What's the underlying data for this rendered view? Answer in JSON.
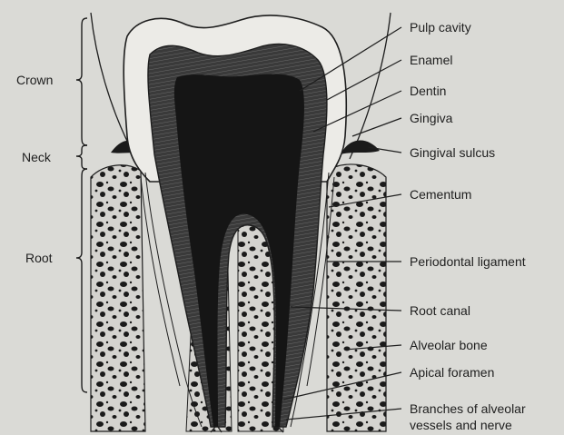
{
  "diagram": {
    "left_labels": {
      "crown": "Crown",
      "neck": "Neck",
      "root": "Root"
    },
    "right_labels": {
      "pulp_cavity": "Pulp cavity",
      "enamel": "Enamel",
      "dentin": "Dentin",
      "gingiva": "Gingiva",
      "gingival_sulcus": "Gingival sulcus",
      "cementum": "Cementum",
      "periodontal_ligament": "Periodontal ligament",
      "root_canal": "Root canal",
      "alveolar_bone": "Alveolar bone",
      "apical_foramen": "Apical foramen",
      "branches_line1": "Branches of alveolar",
      "branches_line2": "vessels and nerve"
    },
    "colors": {
      "background": "#dadad6",
      "ink": "#1e1e1e",
      "dentin_fill": "#3a3a3a",
      "pulp_fill": "#151515",
      "enamel_fill": "#ecebe7",
      "bone_fill": "#d4d3cf"
    }
  }
}
